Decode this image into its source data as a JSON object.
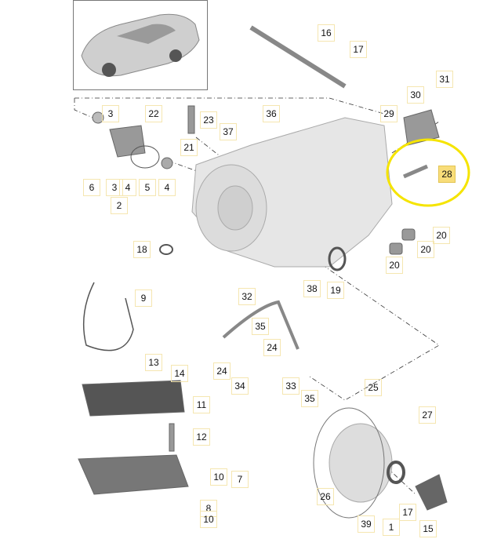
{
  "diagram": {
    "highlighted_part": "28",
    "highlight_color": "#f5e400",
    "labels": [
      "16",
      "17",
      "31",
      "30",
      "3",
      "22",
      "23",
      "37",
      "36",
      "21",
      "29",
      "28",
      "6",
      "3",
      "4",
      "5",
      "4",
      "2",
      "20",
      "20",
      "18",
      "20",
      "38",
      "19",
      "32",
      "9",
      "35",
      "24",
      "24",
      "34",
      "13",
      "14",
      "33",
      "35",
      "25",
      "27",
      "11",
      "12",
      "10",
      "7",
      "8",
      "10",
      "26",
      "17",
      "39",
      "1",
      "15"
    ]
  }
}
